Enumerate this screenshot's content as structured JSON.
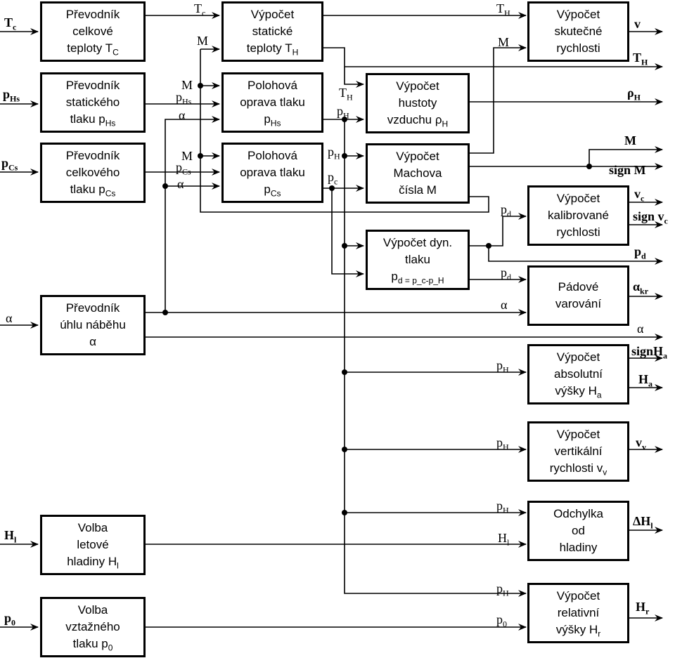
{
  "boxes": {
    "b1": [
      "Převodník",
      "celkové",
      "teploty T_C"
    ],
    "b2": [
      "Převodník",
      "statického",
      "tlaku p_Hs"
    ],
    "b3": [
      "Převodník",
      "celkového",
      "tlaku p_Cs"
    ],
    "b4": [
      "Převodník",
      "úhlu náběhu",
      "α"
    ],
    "b5": [
      "Volba",
      "letové",
      "hladiny H_l"
    ],
    "b6": [
      "Volba",
      "vztažného",
      "tlaku p_0"
    ],
    "c1": [
      "Výpočet",
      "statické",
      "teploty T_H"
    ],
    "c2": [
      "Polohová",
      "oprava tlaku",
      "p_Hs"
    ],
    "c3": [
      "Polohová",
      "oprava tlaku",
      "p_Cs"
    ],
    "d1": [
      "Výpočet",
      "hustoty",
      "vzduchu ρ_H"
    ],
    "d2": [
      "Výpočet",
      "Machova",
      "čísla M"
    ],
    "d3": [
      "Výpočet dyn.",
      "tlaku",
      "p_d = p_c-p_H"
    ],
    "e1": [
      "Výpočet",
      "skutečné",
      "rychlosti"
    ],
    "e2": [
      "Výpočet",
      "kalibrované",
      "rychlosti"
    ],
    "e3": [
      "Pádové",
      "varování"
    ],
    "e4": [
      "Výpočet",
      "absolutní",
      "výšky H_a"
    ],
    "e5": [
      "Výpočet",
      "vertikální",
      "rychlosti v_v"
    ],
    "e6": [
      "Odchylka",
      "od",
      "hladiny"
    ],
    "e7": [
      "Výpočet",
      "relativní",
      "výšky H_r"
    ]
  },
  "labels": {
    "in_Tc": "T_c",
    "in_pHs": "p_Hs",
    "in_pCs": "p_Cs",
    "in_alpha": "α",
    "in_Hl": "H_l",
    "in_p0": "p_0",
    "c1_Tc": "T_c",
    "c1_M": "M",
    "c2_M": "M",
    "c2_pHs": "p_Hs",
    "c2_a": "α",
    "c3_M": "M",
    "c3_pCs": "p_Cs",
    "c3_a": "α",
    "d1_TH": "T_H",
    "d1_pH": "p_H",
    "d2_pH": "p_H",
    "d2_pc": "p_c",
    "e1_TH": "T_H",
    "e1_M": "M",
    "e2_pd": "p_d",
    "e3_pd": "p_d",
    "e3_a": "α",
    "e4_pH": "p_H",
    "e5_pH": "p_H",
    "e6_pH": "p_H",
    "e6_Hl": "H_l",
    "e7_pH": "p_H",
    "e7_p0": "p_0",
    "out_v": "v",
    "out_TH": "T_H",
    "out_rho": "ρ_H",
    "out_M": "M",
    "out_signM": "sign M",
    "out_vc": "v_c",
    "out_signvc": "sign v_c",
    "out_pd": "p_d",
    "out_akr": "α_kr",
    "out_a": "α",
    "out_signHa": "signH_a",
    "out_Ha": "H_a",
    "out_vv": "v_v",
    "out_dHl": "ΔH_l",
    "out_Hr": "H_r"
  },
  "bold_labels": [
    "in_Tc",
    "in_pHs",
    "in_pCs",
    "in_Hl",
    "in_p0",
    "out_v",
    "out_TH",
    "out_rho",
    "out_M",
    "out_signM",
    "out_vc",
    "out_signvc",
    "out_pd",
    "out_akr",
    "out_signHa",
    "out_Ha",
    "out_vv",
    "out_dHl",
    "out_Hr"
  ]
}
